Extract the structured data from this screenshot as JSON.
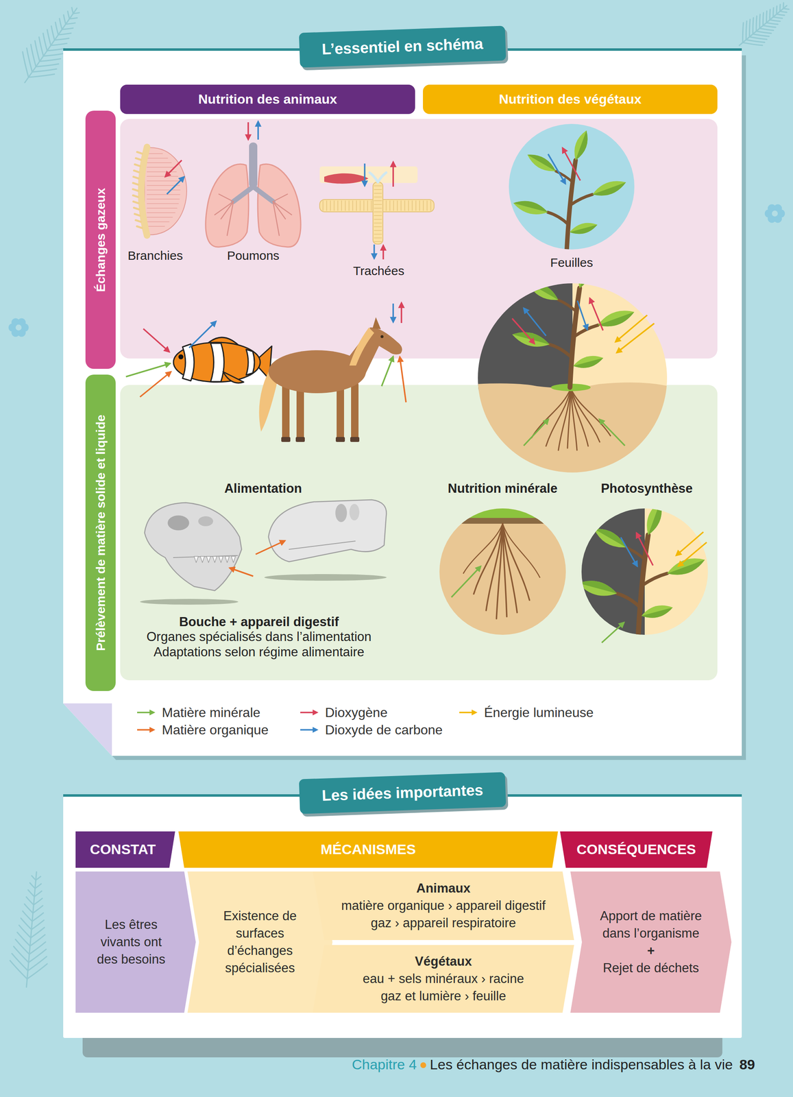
{
  "diagram": {
    "title": "L’essentiel en schéma",
    "nodes": [
      {
        "text": [
          "Nutrition des animaux"
        ]
      },
      {
        "text": [
          "Nutrition des végétaux"
        ]
      },
      {
        "text": [
          "Échanges gazeux"
        ]
      },
      {
        "text": [
          "Prélèvement de matière solide et liquide"
        ]
      },
      {
        "text": [
          "Les idées importantes"
        ]
      },
      {
        "text": [
          "CONSTAT"
        ]
      },
      {
        "text": [
          "MÉCANISMES"
        ]
      },
      {
        "text": [
          "CONSÉQUENCES"
        ]
      },
      {
        "text": [
          "Les êtres vivants ont des besoins"
        ]
      },
      {
        "text": [
          "Existence de surfaces d’échanges spécialisées"
        ]
      },
      {
        "text": [
          "Animaux",
          "matière organique › appareil digestif",
          "gaz › appareil respiratoire"
        ]
      },
      {
        "text": [
          "Végétaux",
          "eau + sels minéraux › racine",
          "gaz et lumière › feuille"
        ]
      },
      {
        "text": [
          "Apport de matière dans l’organisme",
          "+",
          "Rejet de déchets"
        ]
      }
    ],
    "labels": [
      "Branchies",
      "Poumons",
      "Trachées",
      "Feuilles",
      "Alimentation",
      "Nutrition minérale",
      "Photosynthèse",
      "Bouche + appareil digestif",
      "Organes spécialisés dans l’alimentation",
      "Adaptations selon régime alimentaire",
      "Chapitre 4",
      "Les échanges de matière indispensables à la vie",
      "89"
    ],
    "legend": [
      {
        "text": "Matière minérale",
        "color": "#7ab648"
      },
      {
        "text": "Dioxygène",
        "color": "#d9425a"
      },
      {
        "text": "Énergie lumineuse",
        "color": "#f2b705"
      },
      {
        "text": "Matière organique",
        "color": "#e8702a"
      },
      {
        "text": "Dioxyde de carbone",
        "color": "#3a86c8"
      }
    ]
  }
}
